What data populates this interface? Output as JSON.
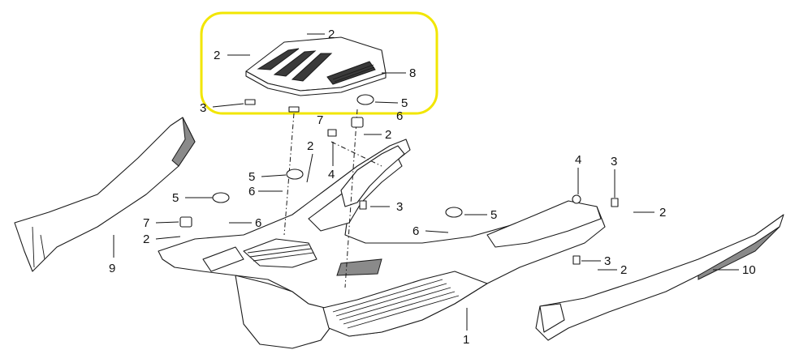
{
  "callouts": [
    {
      "id": "c1",
      "label": "1"
    },
    {
      "id": "c2a",
      "label": "2"
    },
    {
      "id": "c2b",
      "label": "2"
    },
    {
      "id": "c2c",
      "label": "2"
    },
    {
      "id": "c2d",
      "label": "2"
    },
    {
      "id": "c2e",
      "label": "2"
    },
    {
      "id": "c2f",
      "label": "2"
    },
    {
      "id": "c2g",
      "label": "2"
    },
    {
      "id": "c3a",
      "label": "3"
    },
    {
      "id": "c3b",
      "label": "3"
    },
    {
      "id": "c3c",
      "label": "3"
    },
    {
      "id": "c3d",
      "label": "3"
    },
    {
      "id": "c4a",
      "label": "4"
    },
    {
      "id": "c4b",
      "label": "4"
    },
    {
      "id": "c5a",
      "label": "5"
    },
    {
      "id": "c5b",
      "label": "5"
    },
    {
      "id": "c5c",
      "label": "5"
    },
    {
      "id": "c5d",
      "label": "5"
    },
    {
      "id": "c6a",
      "label": "6"
    },
    {
      "id": "c6b",
      "label": "6"
    },
    {
      "id": "c6c",
      "label": "6"
    },
    {
      "id": "c6d",
      "label": "6"
    },
    {
      "id": "c7a",
      "label": "7"
    },
    {
      "id": "c7b",
      "label": "7"
    },
    {
      "id": "c8",
      "label": "8"
    },
    {
      "id": "c9",
      "label": "9"
    },
    {
      "id": "c10",
      "label": "10"
    }
  ],
  "highlight": {
    "color": "#f2e600"
  },
  "colors": {
    "line": "#1a1a1a",
    "background": "#ffffff"
  }
}
